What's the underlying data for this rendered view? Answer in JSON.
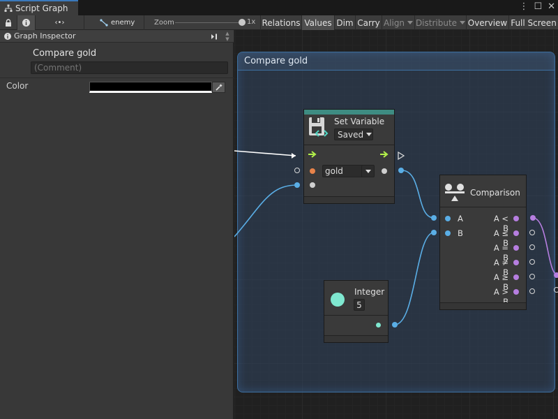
{
  "window": {
    "tab_title": "Script Graph"
  },
  "toolbar": {
    "breadcrumb": "enemy",
    "zoom_label": "Zoom",
    "zoom_value": "1x",
    "zoom_fraction": 1.0,
    "relations": "Relations",
    "values": "Values",
    "dim": "Dim",
    "carry": "Carry",
    "align": "Align",
    "distribute": "Distribute",
    "overview": "Overview",
    "full_screen": "Full Screen"
  },
  "inspector": {
    "title": "Graph Inspector",
    "node_title": "Compare gold",
    "comment_placeholder": "(Comment)",
    "color_label": "Color",
    "color_value": "#000000"
  },
  "graph": {
    "group_title": "Compare gold",
    "set_variable": {
      "title": "Set Variable",
      "scope": "Saved",
      "variable": "gold"
    },
    "comparison": {
      "title": "Comparison",
      "inputs": [
        "A",
        "B"
      ],
      "outputs": [
        "A < B",
        "A ≤ B",
        "A = B",
        "A ≠ B",
        "A ≥ B",
        "A > B"
      ]
    },
    "integer": {
      "title": "Integer",
      "value": "5"
    }
  },
  "colors": {
    "accent_blue": "#5aaee6",
    "flow_green": "#b4f24a",
    "boolean_purple": "#b67ee0",
    "integer_teal": "#7fe8d0",
    "object_orange": "#e8834a",
    "set_variable_header": "#3e8c82"
  }
}
